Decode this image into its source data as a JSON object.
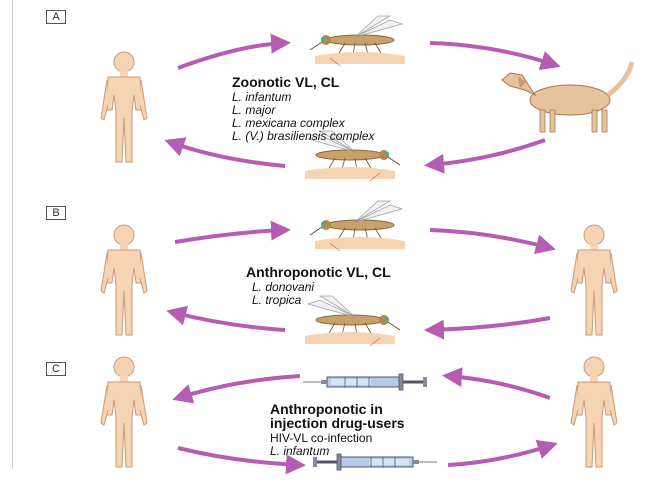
{
  "panels": [
    {
      "tag": "A",
      "title": "Zoonotic VL, CL",
      "items": [
        "L. infantum",
        "L. major",
        "L. mexicana complex",
        "L. (V.) brasiliensis complex"
      ]
    },
    {
      "tag": "B",
      "title": "Anthroponotic VL, CL",
      "items": [
        "L. donovani",
        "L. tropica"
      ]
    },
    {
      "tag": "C",
      "title_lines": [
        "Anthroponotic in",
        "injection drug-users"
      ],
      "items": [
        "HIV-VL co-infection",
        "L. infantum"
      ]
    }
  ],
  "colors": {
    "arrow": "#b55db0",
    "skin": "#f6d4b3",
    "skin_line": "#c99a7a",
    "dog": "#e7c39d",
    "mosquito": "#c8a06a",
    "syringe": "#b7c8ea"
  }
}
